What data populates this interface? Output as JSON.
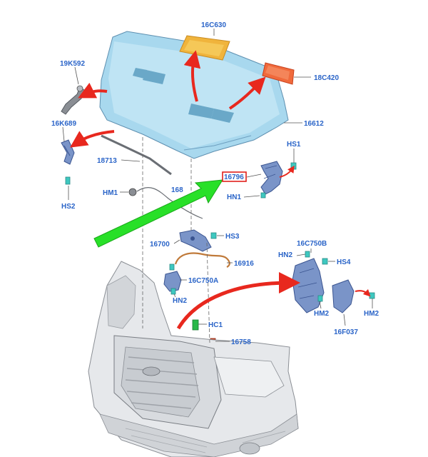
{
  "parts": {
    "p16C630": "16C630",
    "p18C420": "18C420",
    "p19K592": "19K592",
    "p16K689": "16K689",
    "p16612": "16612",
    "p18713": "18713",
    "p16796": "16796",
    "pHS1": "HS1",
    "pHN1": "HN1",
    "pHS2": "HS2",
    "pHM1": "HM1",
    "p168": "168",
    "pHS3": "HS3",
    "p16700": "16700",
    "p16916": "16916",
    "p16C750A": "16C750A",
    "pHN2a": "HN2",
    "p16C750B": "16C750B",
    "pHN2b": "HN2",
    "pHS4": "HS4",
    "pHM2a": "HM2",
    "pHM2b": "HM2",
    "p16F037": "16F037",
    "pHC1": "HC1",
    "p16758": "16758"
  },
  "highlight": {
    "part": "16796",
    "color": "#e0201c"
  },
  "colors": {
    "label": "#2a64c8",
    "hood": "#a8d8ee",
    "pad": "#f0b43c",
    "seal": "#f06a3c",
    "bumper": "#e6e8eb",
    "bracket": "#7a94c8",
    "clip": "#3ec8c0",
    "hose": "#c07a3a",
    "green": "#2ab84a",
    "arrow_red": "#e8281e",
    "arrow_green": "#28e028"
  }
}
